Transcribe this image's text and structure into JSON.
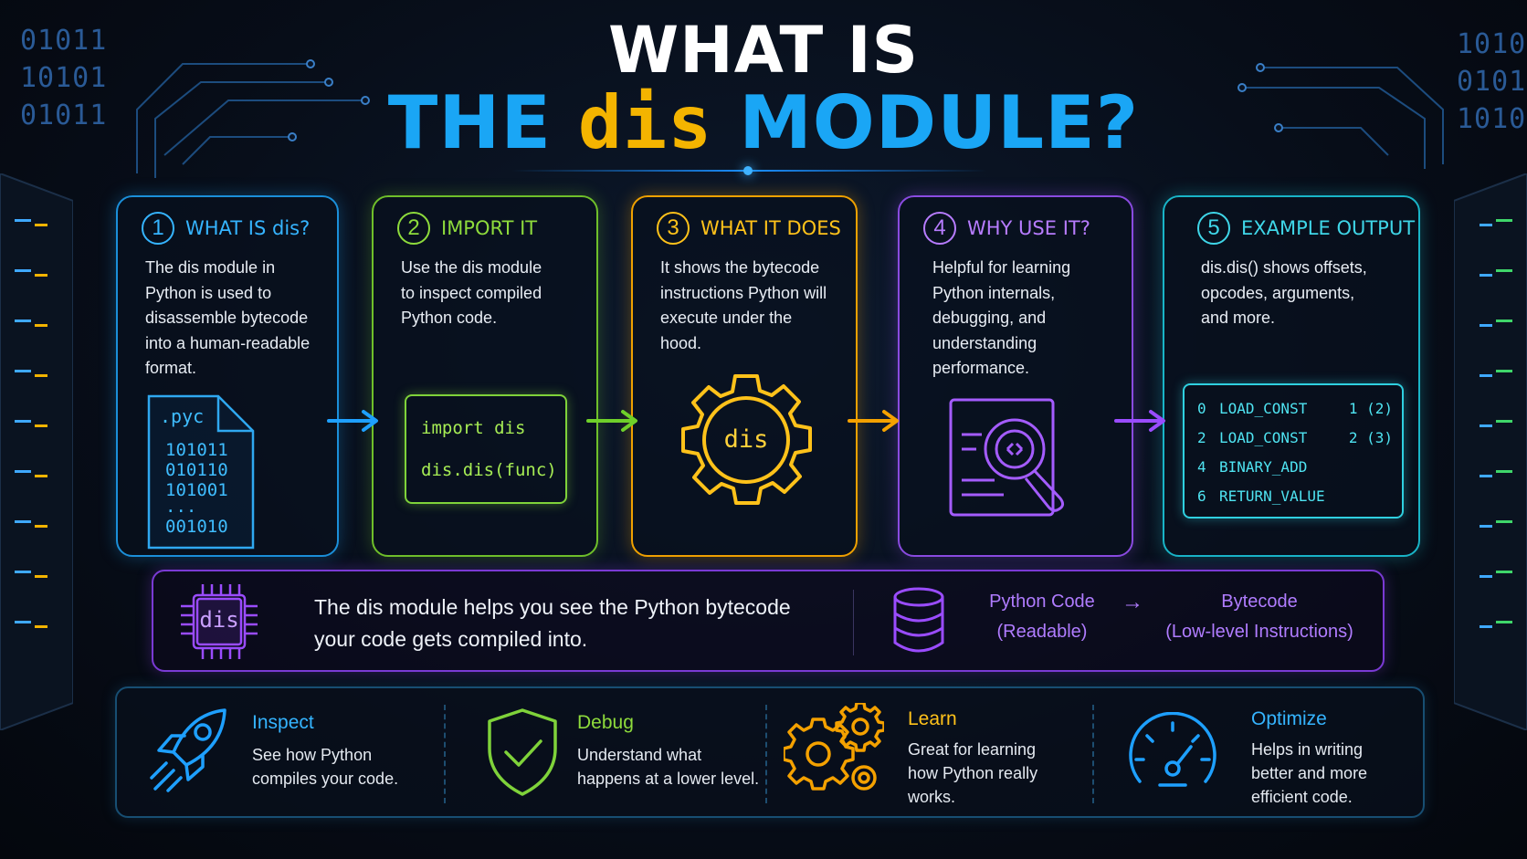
{
  "background": {
    "binary_left": [
      "01011",
      "10101",
      "01011"
    ],
    "binary_right": [
      "1010",
      "0101",
      "1010"
    ]
  },
  "title": {
    "line1": "WHAT IS",
    "line2_a": "THE",
    "line2_b": "dis",
    "line2_c": "MODULE?"
  },
  "colors": {
    "blue": "#35b4ff",
    "green": "#8edb3c",
    "yellow": "#ffc21a",
    "purple": "#b77cff",
    "cyan": "#3fd6e8"
  },
  "cards": [
    {
      "number": "1",
      "title": "WHAT IS dis?",
      "body": [
        "The dis module in",
        "Python is used to",
        "disassemble bytecode",
        "into a human-readable",
        "format."
      ],
      "graphic": {
        "icon": "pyc-file-icon",
        "label": ".pyc",
        "lines": [
          "101011",
          "010110",
          "101001",
          "...",
          "001010"
        ]
      }
    },
    {
      "number": "2",
      "title": "IMPORT IT",
      "body": [
        "Use the dis module",
        "to inspect compiled",
        "Python code."
      ],
      "code": [
        "import dis",
        "dis.dis(func)"
      ]
    },
    {
      "number": "3",
      "title": "WHAT IT DOES",
      "body": [
        "It shows the bytecode",
        "instructions Python will",
        "execute under the hood."
      ],
      "gear_label": "dis"
    },
    {
      "number": "4",
      "title": "WHY USE IT?",
      "body": [
        "Helpful for learning",
        "Python internals,",
        "debugging, and",
        "understanding",
        "performance."
      ],
      "icon": "document-magnifier-icon"
    },
    {
      "number": "5",
      "title": "EXAMPLE OUTPUT",
      "body": [
        "dis.dis() shows offsets,",
        "opcodes, arguments,",
        "and more."
      ],
      "output": [
        {
          "offset": "0",
          "opcode": "LOAD_CONST",
          "arg": "1 (2)"
        },
        {
          "offset": "2",
          "opcode": "LOAD_CONST",
          "arg": "2 (3)"
        },
        {
          "offset": "4",
          "opcode": "BINARY_ADD",
          "arg": ""
        },
        {
          "offset": "6",
          "opcode": "RETURN_VALUE",
          "arg": ""
        }
      ]
    }
  ],
  "summary": {
    "chip_label": "dis",
    "text_line1": "The dis module helps you see the Python bytecode",
    "text_line2": "your code gets compiled into.",
    "flow_from": "Python Code",
    "flow_from_sub": "(Readable)",
    "flow_arrow": "→",
    "flow_to": "Bytecode",
    "flow_to_sub": "(Low-level Instructions)"
  },
  "features": [
    {
      "title": "Inspect",
      "desc": [
        "See how Python",
        "compiles your code."
      ],
      "icon": "rocket-icon"
    },
    {
      "title": "Debug",
      "desc": [
        "Understand what",
        "happens at a lower level."
      ],
      "icon": "shield-check-icon"
    },
    {
      "title": "Learn",
      "desc": [
        "Great for learning",
        "how Python really",
        "works."
      ],
      "icon": "gears-icon"
    },
    {
      "title": "Optimize",
      "desc": [
        "Helps in writing",
        "better and more",
        "efficient code."
      ],
      "icon": "speedometer-icon"
    }
  ]
}
